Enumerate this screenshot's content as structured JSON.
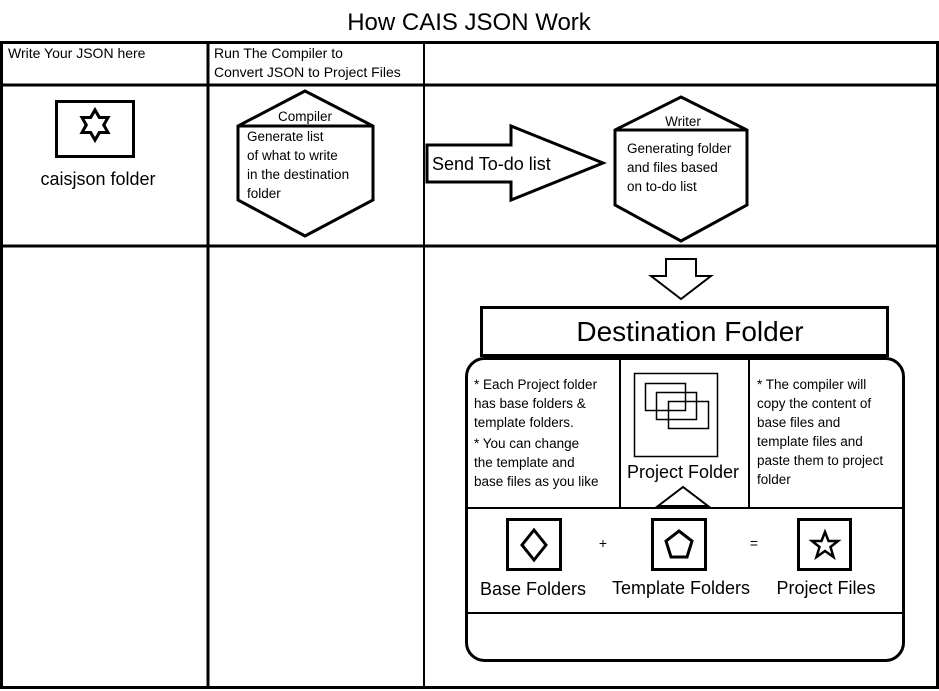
{
  "title": "How CAIS JSON Work",
  "columns": {
    "col1_header": "Write Your JSON here",
    "col2_header": [
      "Run The Compiler to",
      "Convert JSON to Project Files"
    ],
    "col3_header": ""
  },
  "input_folder": {
    "icon": "star-of-david-icon",
    "label": "caisjson folder"
  },
  "compiler": {
    "title": "Compiler",
    "lines": [
      "Generate list",
      "of what to write",
      "in the destination",
      "folder"
    ]
  },
  "send_arrow": {
    "label": "Send To-do list"
  },
  "writer": {
    "title": "Writer",
    "lines": [
      "Generating folder",
      "and files based",
      "on to-do list"
    ]
  },
  "destination": {
    "title": "Destination Folder",
    "left_note": [
      "* Each Project folder",
      "has base folders &",
      "template folders.",
      "* You can change",
      "the template and",
      "base files as you like"
    ],
    "project_folder_label": "Project Folder",
    "right_note": [
      "* The compiler will",
      "copy the content of",
      "base files and",
      "template files and",
      "paste them to project",
      "folder"
    ],
    "equation": {
      "base_label": "Base Folders",
      "base_icon": "diamond-icon",
      "plus": "+",
      "template_label": "Template Folders",
      "template_icon": "pentagon-icon",
      "equals": "=",
      "project_label": "Project Files",
      "project_icon": "star-icon"
    }
  }
}
